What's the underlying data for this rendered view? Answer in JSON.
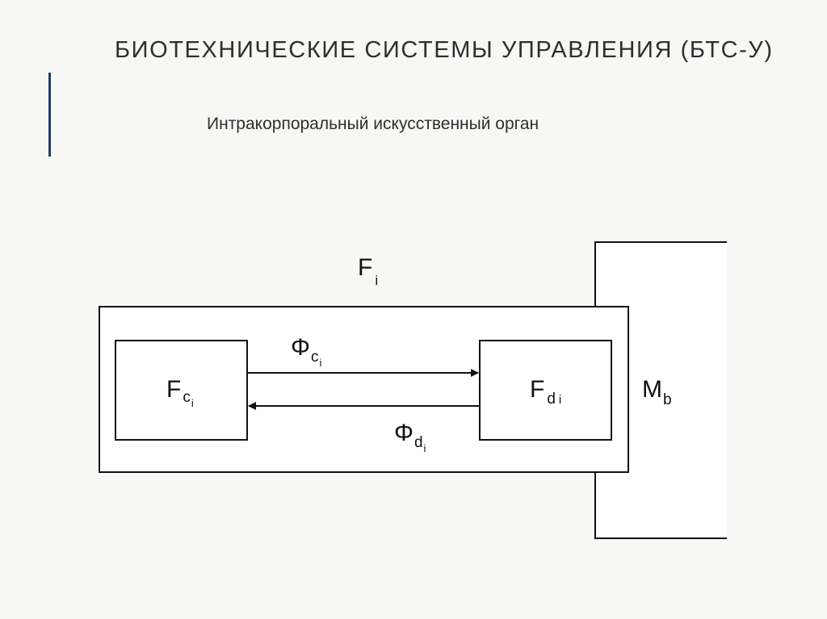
{
  "slide": {
    "title": "БИОТЕХНИЧЕСКИЕ СИСТЕМЫ  УПРАВЛЕНИЯ (БТС-У)",
    "subtitle": "Интракорпоральный искусственный орган"
  },
  "diagram": {
    "outer_label": {
      "main": "F",
      "sub": "i"
    },
    "left_block": {
      "main": "F",
      "sub": "c",
      "subsub": "i"
    },
    "right_block": {
      "main": "F",
      "sub": "d",
      "subsub": "i"
    },
    "organism": {
      "main": "M",
      "sub": "b"
    },
    "flow_top": {
      "main": "Φ",
      "sub": "c",
      "subsub": "i"
    },
    "flow_bottom": {
      "main": "Φ",
      "sub": "d",
      "subsub": "i"
    }
  }
}
